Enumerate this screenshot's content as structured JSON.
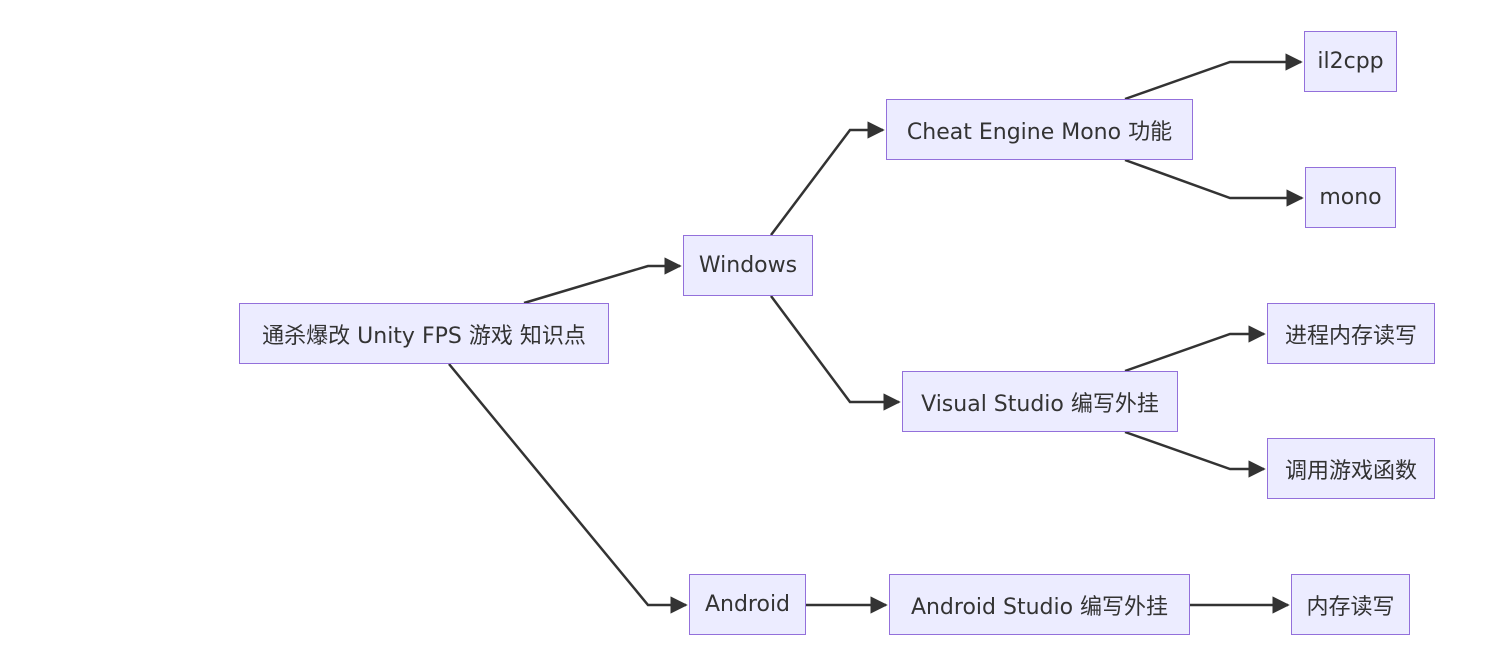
{
  "diagram": {
    "type": "flowchart-lr",
    "colors": {
      "node_fill": "#ececff",
      "node_border": "#9370db",
      "edge": "#333333",
      "text": "#333333"
    },
    "nodes": {
      "root": "通杀爆改 Unity FPS 游戏 知识点",
      "windows": "Windows",
      "android": "Android",
      "cheat_engine": "Cheat Engine Mono 功能",
      "visual_studio": "Visual Studio 编写外挂",
      "android_studio": "Android Studio 编写外挂",
      "il2cpp": "il2cpp",
      "mono": "mono",
      "process_memory": "进程内存读写",
      "call_functions": "调用游戏函数",
      "memory_rw": "内存读写"
    },
    "edges": [
      {
        "from": "root",
        "to": "windows"
      },
      {
        "from": "root",
        "to": "android"
      },
      {
        "from": "windows",
        "to": "cheat_engine"
      },
      {
        "from": "windows",
        "to": "visual_studio"
      },
      {
        "from": "cheat_engine",
        "to": "il2cpp"
      },
      {
        "from": "cheat_engine",
        "to": "mono"
      },
      {
        "from": "visual_studio",
        "to": "process_memory"
      },
      {
        "from": "visual_studio",
        "to": "call_functions"
      },
      {
        "from": "android",
        "to": "android_studio"
      },
      {
        "from": "android_studio",
        "to": "memory_rw"
      }
    ]
  }
}
